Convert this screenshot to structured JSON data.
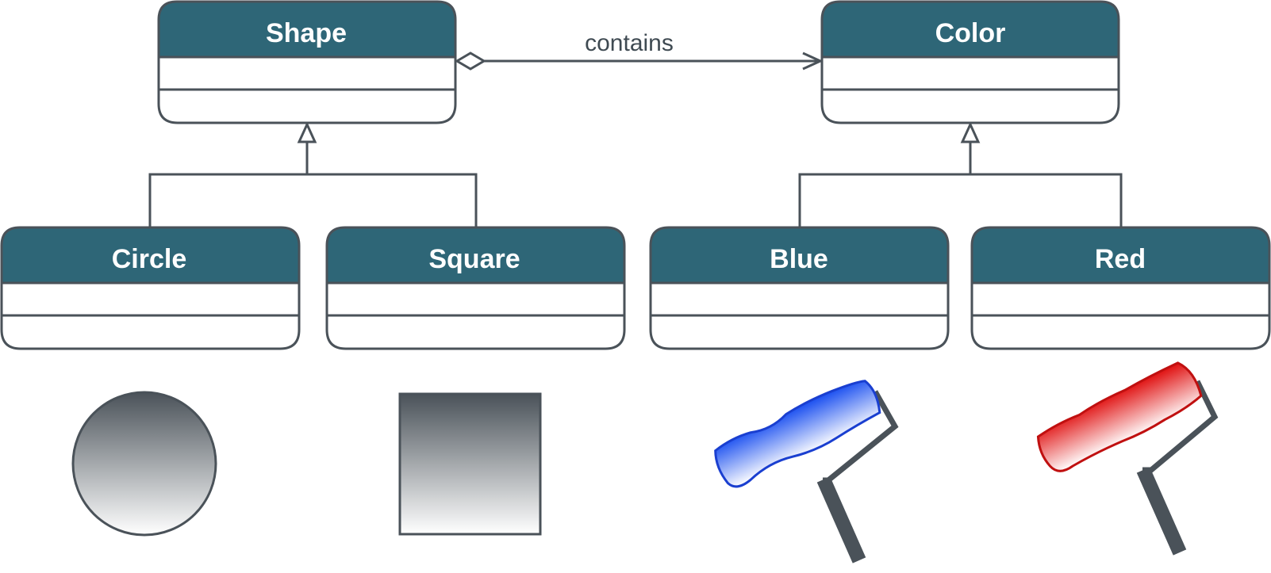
{
  "classes": {
    "shape": {
      "name": "Shape"
    },
    "color": {
      "name": "Color"
    },
    "circle": {
      "name": "Circle"
    },
    "square": {
      "name": "Square"
    },
    "blue": {
      "name": "Blue"
    },
    "red": {
      "name": "Red"
    }
  },
  "relations": {
    "aggregation": {
      "label": "contains"
    }
  },
  "colors": {
    "header": "#2e6677",
    "stroke": "#4a5259",
    "blue": "#1a4ff0",
    "red": "#e01010"
  }
}
